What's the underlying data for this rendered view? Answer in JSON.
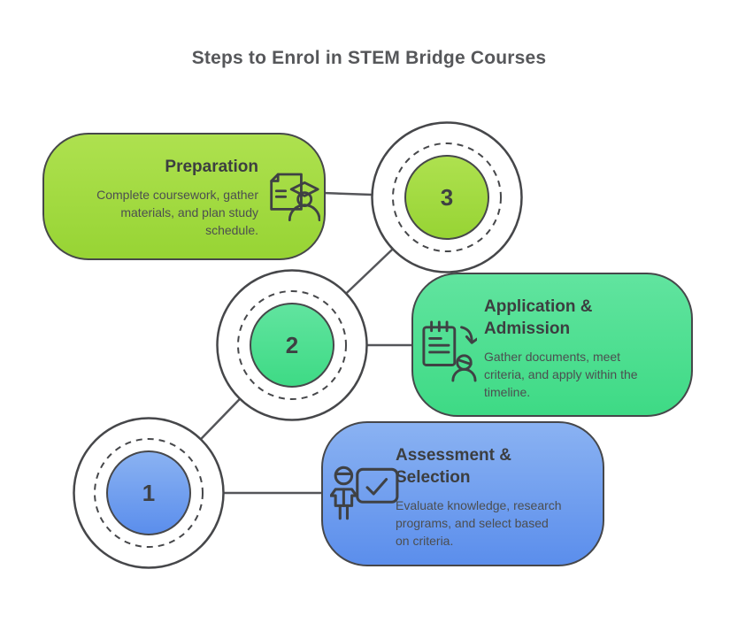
{
  "page_title": "Steps to Enrol in STEM Bridge Courses",
  "steps": [
    {
      "number": "1",
      "name": "Assessment & Selection",
      "title_lines": [
        "Assessment &",
        "Selection"
      ],
      "body_lines": [
        "Evaluate knowledge, research",
        "programs, and select based",
        "on criteria."
      ],
      "icon": "person-presenting-check-icon",
      "color_top": "#8ab2f2",
      "color_bottom": "#5b8eec"
    },
    {
      "number": "2",
      "name": "Application & Admission",
      "title_lines": [
        "Application &",
        "Admission"
      ],
      "body_lines": [
        "Gather documents, meet",
        "criteria, and apply within the",
        "timeline."
      ],
      "icon": "notepad-apply-person-icon",
      "color_top": "#61e49f",
      "color_bottom": "#3eda85"
    },
    {
      "number": "3",
      "name": "Preparation",
      "title_lines": [
        "Preparation"
      ],
      "body_lines": [
        "Complete coursework, gather",
        "materials, and plan study",
        "schedule."
      ],
      "icon": "document-graduate-icon",
      "color_top": "#aee14f",
      "color_bottom": "#97d434"
    }
  ],
  "colors": {
    "outline": "#46474a",
    "connector": "#55565a",
    "heading_text": "#56575a",
    "card_title_text": "#3c3e40",
    "card_body_text": "#4c4e50",
    "background": "#ffffff"
  }
}
